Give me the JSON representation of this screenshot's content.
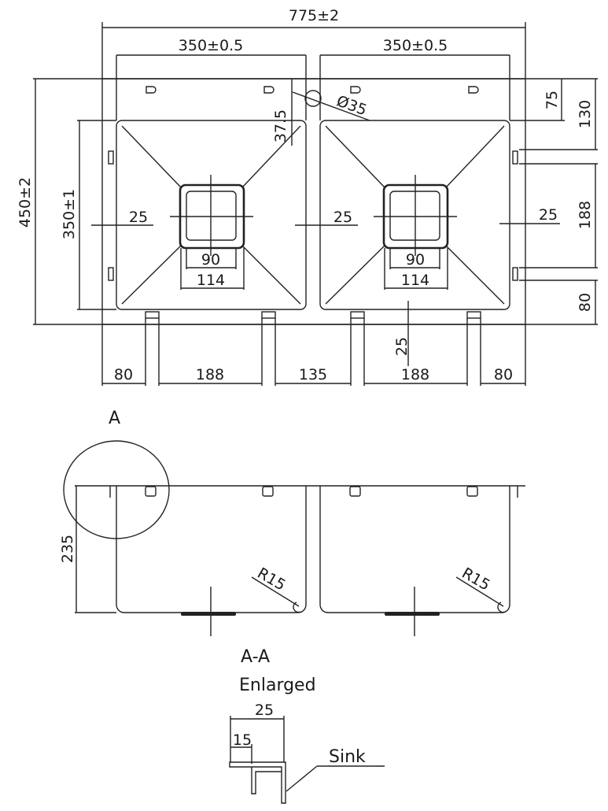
{
  "top_view": {
    "overall_width": "775±2",
    "bowl_width_left": "350±0.5",
    "bowl_width_right": "350±0.5",
    "overall_depth": "450±2",
    "bowl_depth": "350±1",
    "tap_hole_offset": "37.5",
    "tap_hole_diameter": "Ø35",
    "right_dims": [
      "75",
      "130",
      "188",
      "80"
    ],
    "bottom_dims": [
      "80",
      "188",
      "135",
      "188",
      "80"
    ],
    "wall_offset_left": "25",
    "wall_offset_middle": "25",
    "wall_offset_right": "25",
    "wall_offset_bottom": "25",
    "drain_inner_left": "90",
    "drain_outer_left": "114",
    "drain_inner_right": "90",
    "drain_outer_right": "114"
  },
  "section_view": {
    "detail_marker": "A",
    "depth": "235",
    "radius_left": "R15",
    "radius_right": "R15"
  },
  "detail": {
    "title": "A-A",
    "subtitle": "Enlarged",
    "width_outer": "25",
    "width_inner": "15",
    "sink_label": "Sink"
  }
}
